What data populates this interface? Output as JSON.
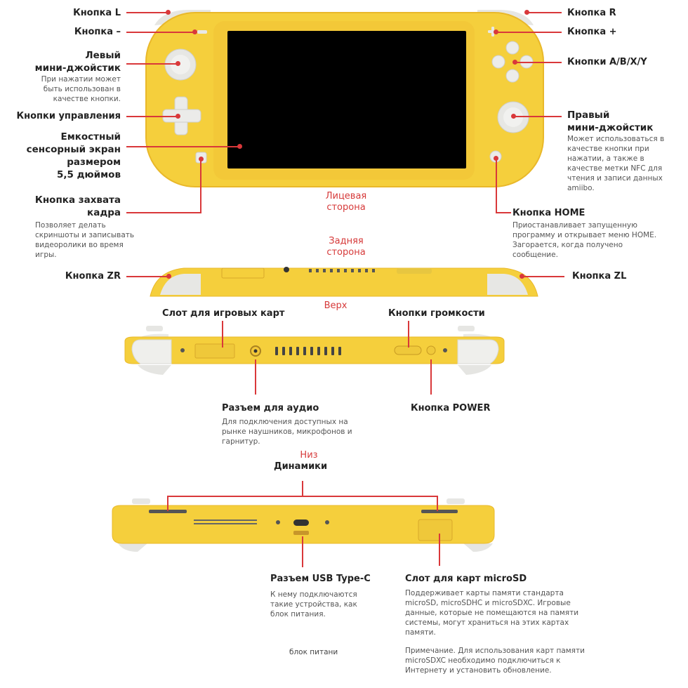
{
  "sections": {
    "front": "Лицевая\nсторона",
    "back": "Задняя\nсторона",
    "top": "Верх",
    "bottom": "Низ"
  },
  "front": {
    "button_l": "Кнопка L",
    "button_minus": "Кнопка –",
    "left_stick_title": "Левый\nмини-джойстик",
    "left_stick_desc": "При нажатии может\nбыть использован в\nкачестве кнопки.",
    "dpad": "Кнопки управления",
    "screen": "Емкостный\nсенсорный экран\nразмером\n5,5 дюймов",
    "capture_title": "Кнопка захвата\nкадра",
    "capture_desc": "Позволяет делать\nскриншоты и записывать\nвидеоролики во время\nигры.",
    "button_r": "Кнопка R",
    "button_plus": "Кнопка +",
    "abxy": "Кнопки A/B/X/Y",
    "right_stick_title": "Правый\nмини-джойстик",
    "right_stick_desc": "Может использоваться в\nкачестве кнопки при\nнажатии, а также в\nкачестве метки NFC для\nчтения и записи данных\namiibo.",
    "home_title": "Кнопка HOME",
    "home_desc": "Приостанавливает запущенную\nпрограмму и открывает меню HOME.\nЗагорается, когда получено\nсообщение.",
    "button_zr": "Кнопка ZR",
    "button_zl": "Кнопка ZL"
  },
  "top": {
    "game_slot": "Слот для игровых карт",
    "volume": "Кнопки громкости",
    "audio_title": "Разъем для аудио",
    "audio_desc": "Для подключения доступных на\nрынке наушников, микрофонов и\nгарнитур.",
    "power": "Кнопка POWER"
  },
  "bottom": {
    "speakers": "Динамики",
    "usb_title": "Разъем USB Type-C",
    "usb_desc": "К нему подключаются\nтакие устройства, как\nблок питания.",
    "usb_desc_dup": "блок питани",
    "sd_title": "Слот для карт microSD",
    "sd_desc": "Поддерживает карты памяти стандарта\nmicroSD, microSDHC и microSDXC. Игровые\nданные, которые не помещаются на памяти\nсистемы, могут храниться на этих картах\nпамяти.",
    "sd_note": "Примечание. Для использования карт памяти\nmicroSDXC необходимо подключиться к\nИнтернету и установить обновление."
  },
  "colors": {
    "console": "#f5cf3c",
    "console_edge": "#e9b82a",
    "screen": "#000000",
    "accent_red": "#d9383a",
    "buttons": "#e8e8e6"
  }
}
